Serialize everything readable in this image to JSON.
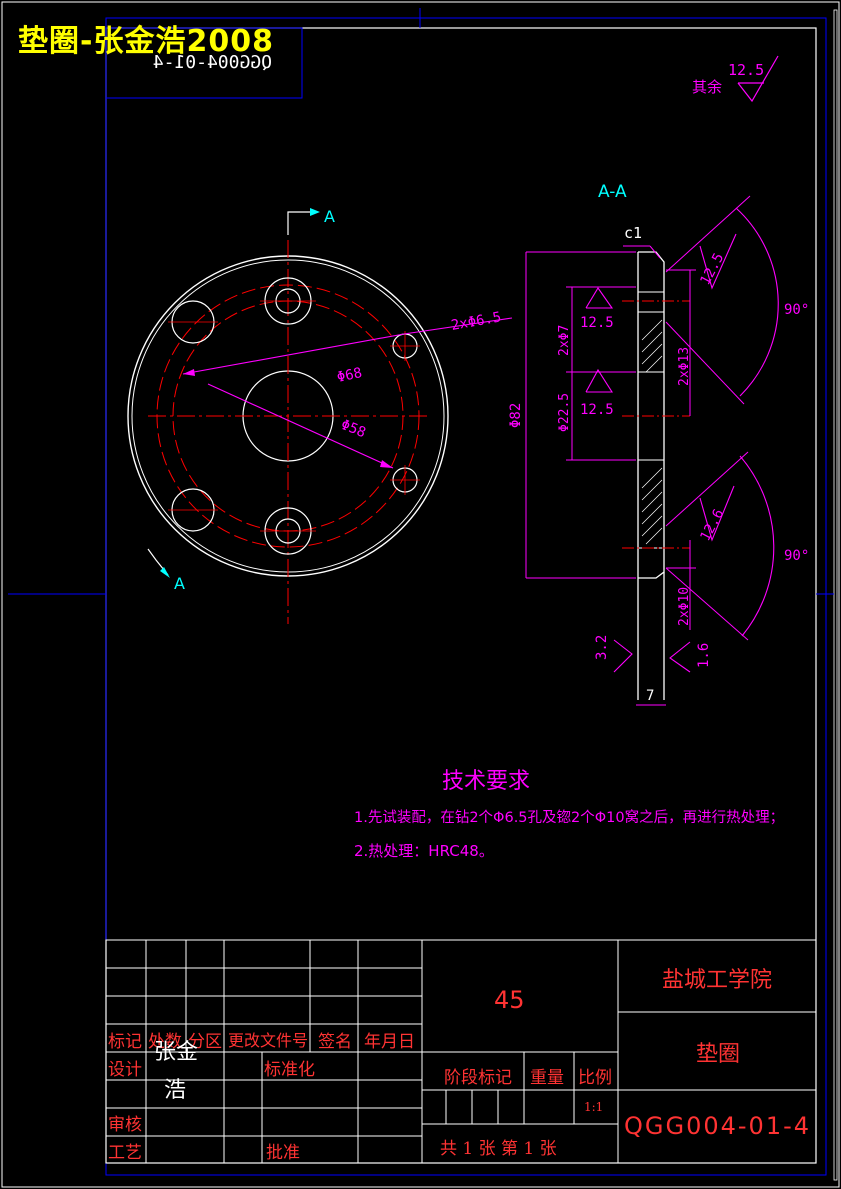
{
  "header": {
    "title": "垫圈-张金浩2008",
    "mirrored_code": "QGG004-01-4"
  },
  "roughness_note": {
    "label": "其余",
    "value": "12.5"
  },
  "section_label": "A-A",
  "section_arrows": {
    "top": "A",
    "bottom": "A"
  },
  "front_view": {
    "dim_holes_small": "2xΦ6.5",
    "dim_pcd_1": "Φ68",
    "dim_pcd_2": "Φ58"
  },
  "section_view": {
    "chamfer": "c1",
    "dim_outer_dia": "Φ82",
    "dim_counterbore_bottom": "2xΦ7",
    "dim_bore": "Φ22.5",
    "dim_counterbore_top": "2xΦ13",
    "dim_csk_lower": "2xΦ10",
    "angle_top": "90°",
    "angle_bottom": "90°",
    "rough_1": "12.5",
    "rough_2": "12.5",
    "rough_3": "12.5",
    "rough_4": "12.6",
    "rough_left": "3.2",
    "rough_right": "1.6",
    "thickness": "7"
  },
  "tech_requirements": {
    "title": "技术要求",
    "line1": "1.先试装配，在钻2个Φ6.5孔及锪2个Φ10窝之后，再进行热处理；",
    "line2": "2.热处理：HRC48。"
  },
  "title_block": {
    "material": "45",
    "school": "盐城工学院",
    "part_name": "垫圈",
    "drawing_no": "QGG004-01-4",
    "designer_name_1": "张金",
    "designer_name_2": "浩",
    "label_mark": "标记",
    "label_count": "处数",
    "label_zone": "分区",
    "label_change_doc": "更改文件号",
    "label_sign": "签名",
    "label_date": "年月日",
    "label_design": "设计",
    "label_standard": "标准化",
    "label_review": "审核",
    "label_process": "工艺",
    "label_approve": "批准",
    "label_stage": "阶段标记",
    "label_weight": "重量",
    "label_scale": "比例",
    "scale": "1:1",
    "sheets": "共 1 张 第 1 张"
  },
  "colors": {
    "background": "#000000",
    "border": "#ffffff",
    "frame_blue": "#0000ff",
    "centerline_red": "#ff0000",
    "dimension_magenta": "#ff00ff",
    "annotation_cyan": "#00ffff",
    "title_yellow": "#ffff00"
  }
}
